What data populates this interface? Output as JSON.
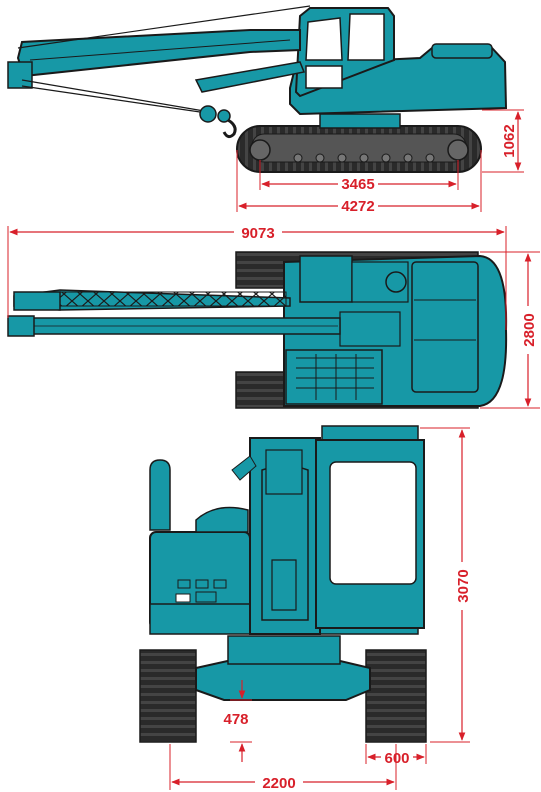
{
  "colors": {
    "machine": "#1798a6",
    "machine_dark": "#0d6f7a",
    "track": "#3a3a3a",
    "outline": "#1a1a1a",
    "dimension": "#d8202a"
  },
  "dimensions": {
    "side_height_track": "1062",
    "side_tumbler_distance": "3465",
    "side_track_length": "4272",
    "top_overall_length": "9073",
    "top_overall_width": "2800",
    "front_overall_height": "3070",
    "front_ground_clearance": "478",
    "front_shoe_width": "600",
    "front_track_gauge": "2200"
  }
}
